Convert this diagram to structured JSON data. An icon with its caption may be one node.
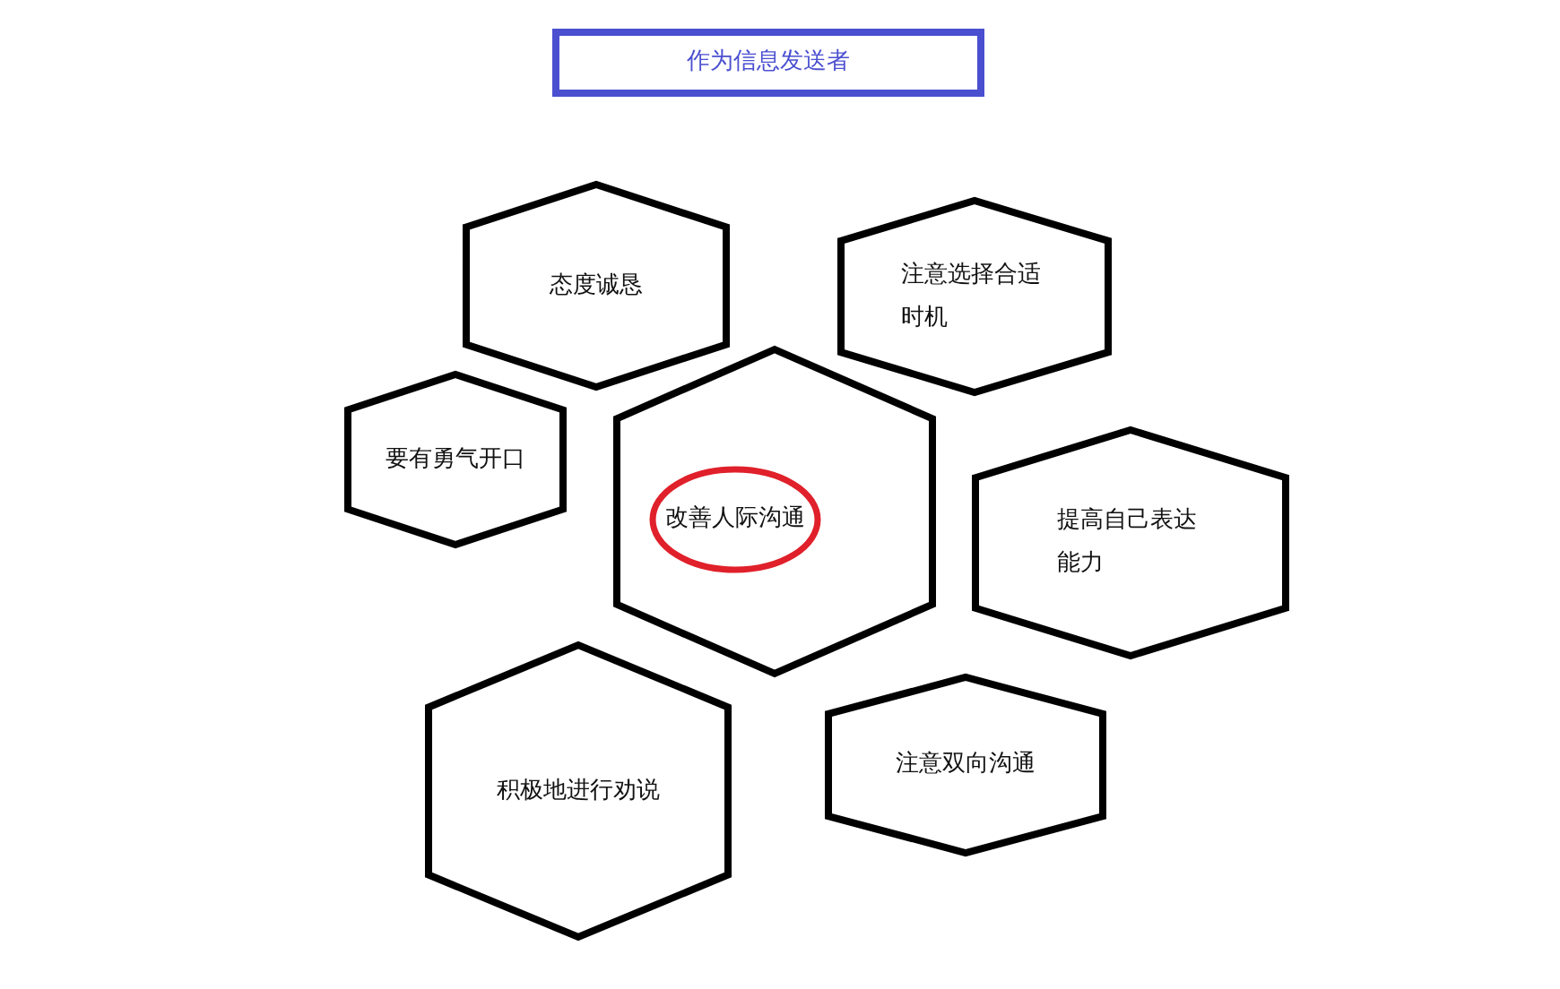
{
  "diagram": {
    "nodes": [
      {
        "text": [
          "作为信息发送者"
        ]
      },
      {
        "text": [
          "态度诚恳"
        ]
      },
      {
        "text": [
          "注意选择合适时机"
        ]
      },
      {
        "text": [
          "要有勇气开口"
        ]
      },
      {
        "text": [],
        "shape": "hexagon"
      },
      {
        "text": [
          "改善人际沟通"
        ],
        "in": 4
      },
      {
        "text": [
          "提高自己表达能力"
        ]
      },
      {
        "text": [
          "积极地进行劝说"
        ]
      },
      {
        "text": [
          "注意双向沟通"
        ]
      }
    ]
  }
}
